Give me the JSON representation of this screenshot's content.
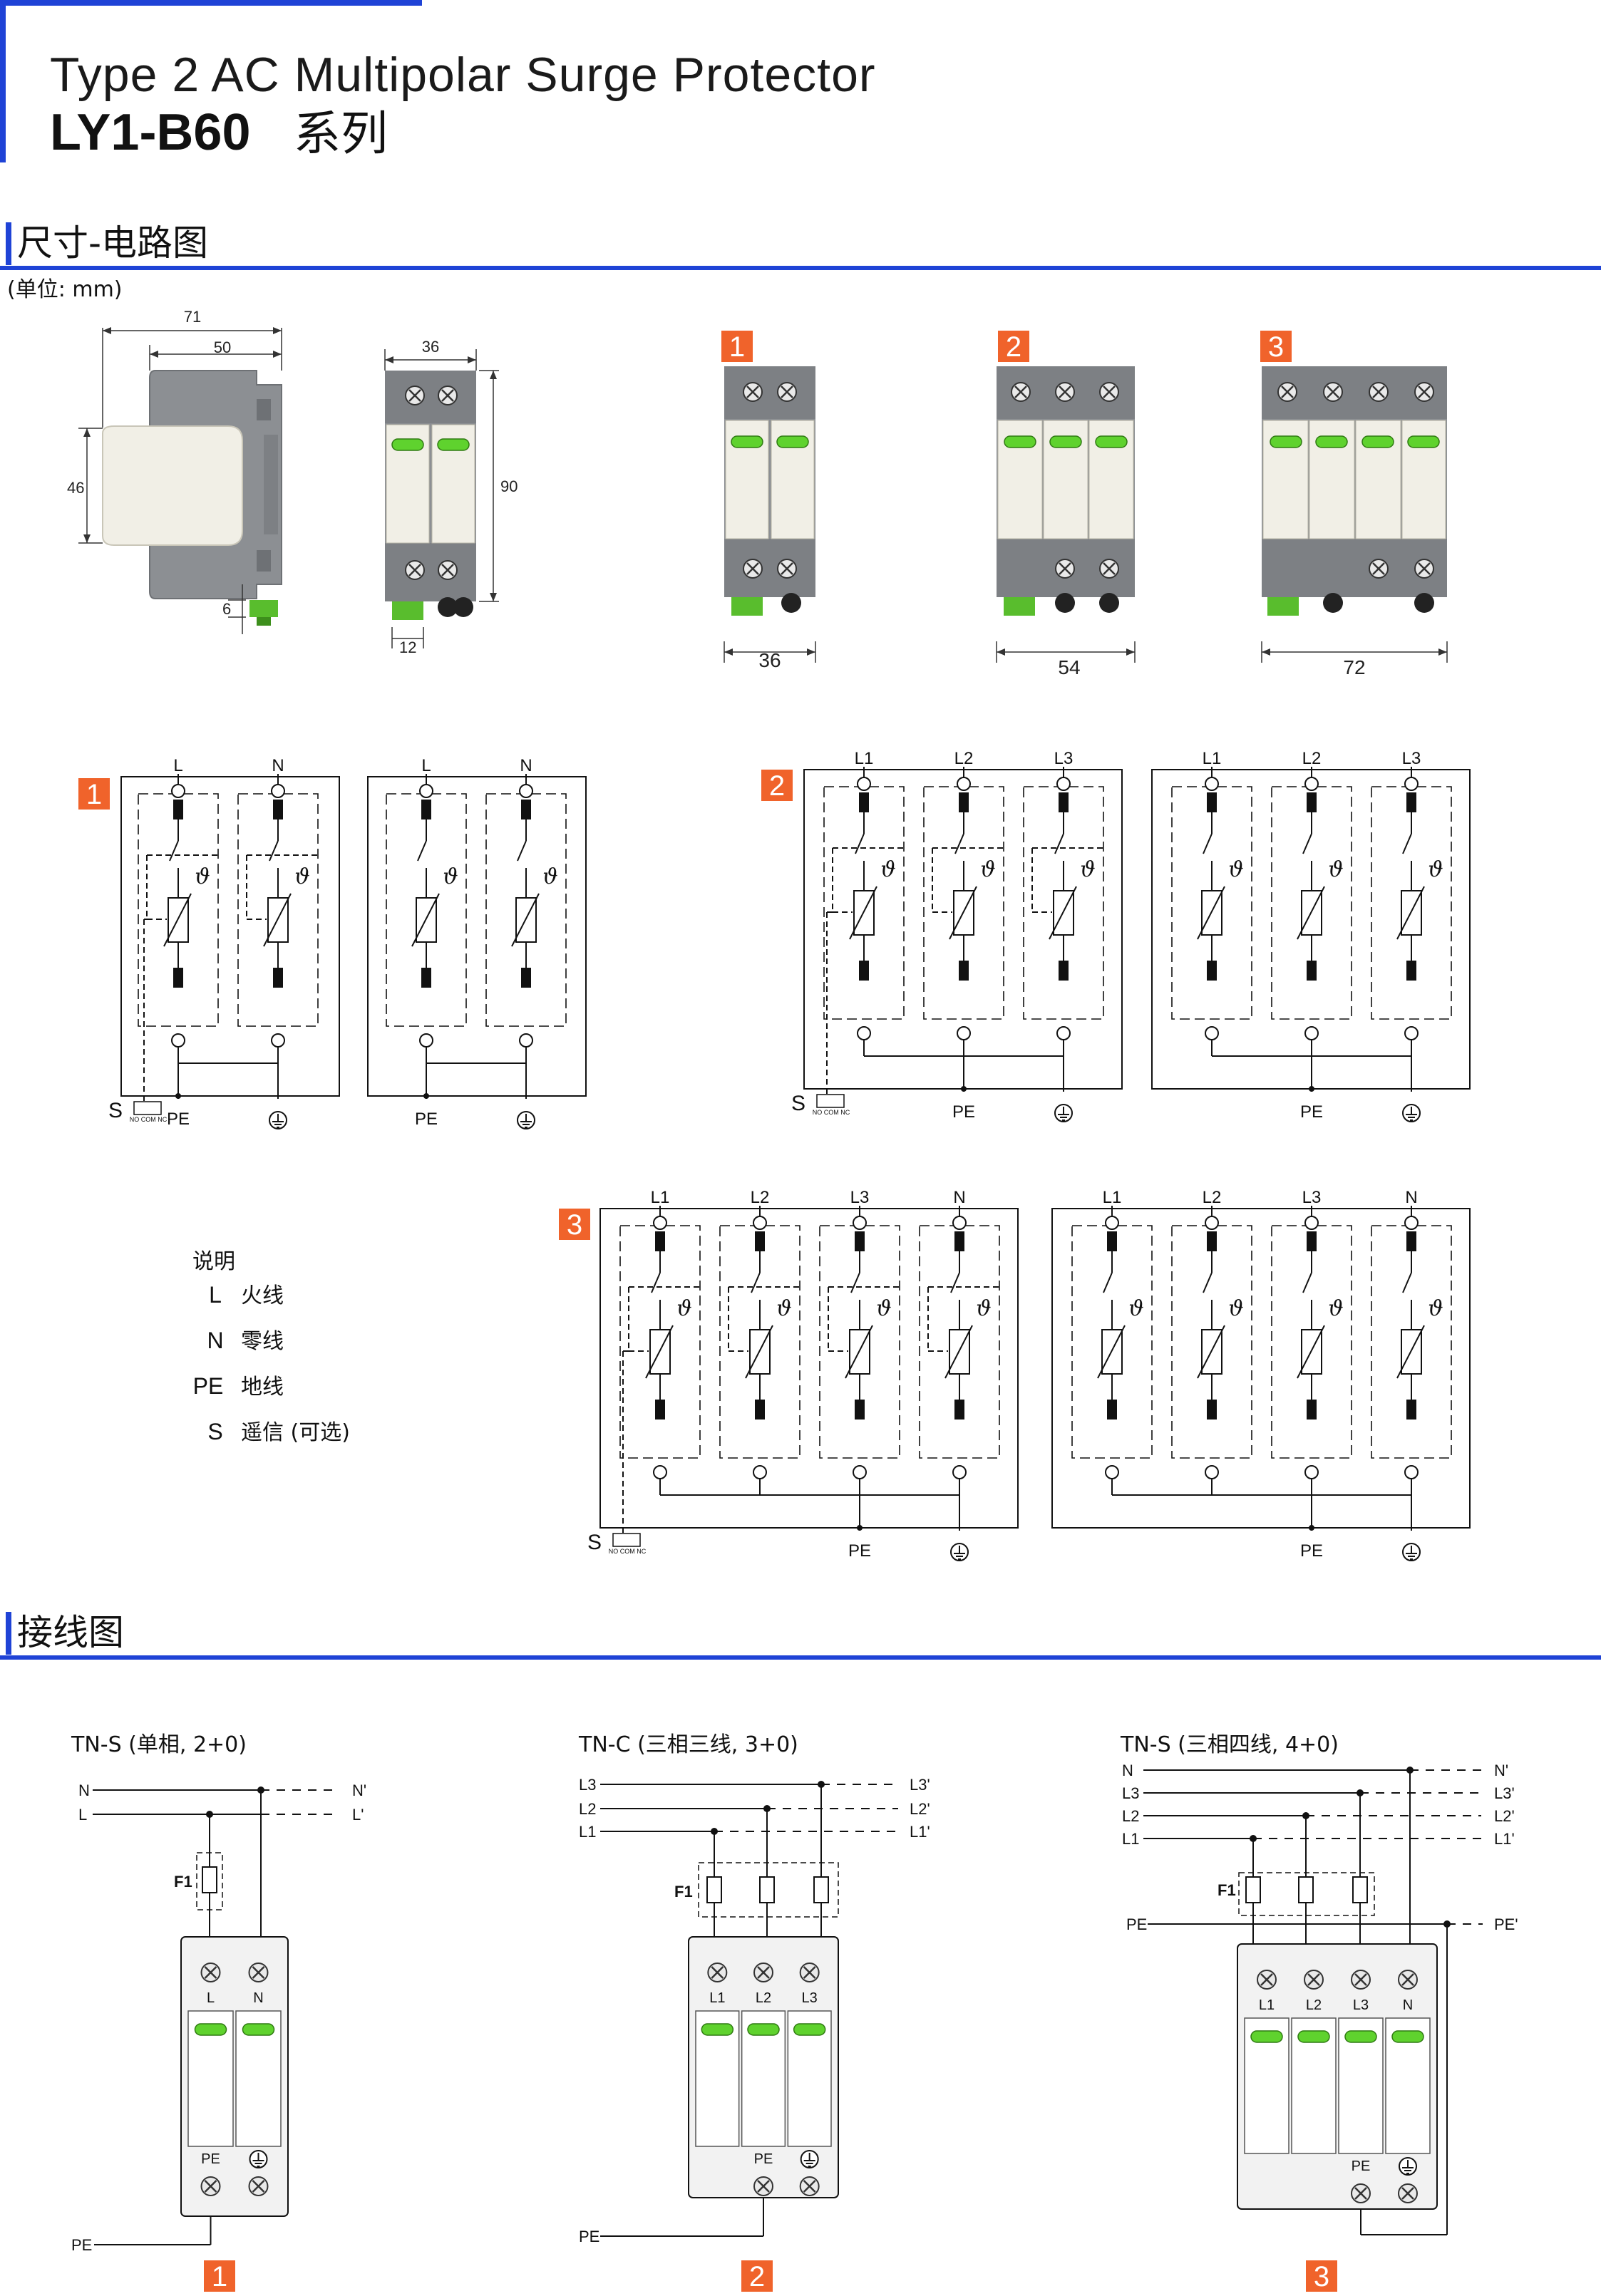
{
  "header": {
    "title_line1": "Type 2 AC Multipolar Surge Protector",
    "model": "LY1-B60",
    "series_cn": "系列"
  },
  "sections": {
    "dimensions_title": "尺寸-电路图",
    "unit": "(单位: mm)",
    "wiring_title": "接线图"
  },
  "dimensions": {
    "side_view": {
      "depth": "71",
      "front_depth": "50",
      "cover_height": "46",
      "clip": "6"
    },
    "front_view": {
      "width": "36",
      "height": "90",
      "terminal": "12"
    },
    "variants": [
      {
        "badge": "1",
        "width": "36"
      },
      {
        "badge": "2",
        "width": "54"
      },
      {
        "badge": "3",
        "width": "72"
      }
    ]
  },
  "circuits": {
    "labels": {
      "L": "L",
      "N": "N",
      "L1": "L1",
      "L2": "L2",
      "L3": "L3",
      "PE": "PE",
      "S": "S"
    },
    "theta_symbol": "ϑ",
    "signal_contacts": "NO COM NC",
    "badges": [
      "1",
      "2",
      "3"
    ]
  },
  "legend": {
    "title": "说明",
    "items": [
      {
        "key": "L",
        "desc": "火线"
      },
      {
        "key": "N",
        "desc": "零线"
      },
      {
        "key": "PE",
        "desc": "地线"
      },
      {
        "key": "S",
        "desc": "遥信 (可选)"
      }
    ]
  },
  "wiring": {
    "fuse_label": "F1",
    "diagrams": [
      {
        "badge": "1",
        "title": "TN-S (单相, 2+0)",
        "lines_left": [
          "N",
          "L"
        ],
        "lines_right": [
          "N'",
          "L'"
        ],
        "pe_left": "PE",
        "module_terms": [
          "L",
          "N"
        ],
        "pe_term": "PE"
      },
      {
        "badge": "2",
        "title": "TN-C (三相三线, 3+0)",
        "lines_left": [
          "L3",
          "L2",
          "L1"
        ],
        "lines_right": [
          "L3'",
          "L2'",
          "L1'"
        ],
        "pe_left": "PE",
        "module_terms": [
          "L1",
          "L2",
          "L3"
        ],
        "pe_term": "PE"
      },
      {
        "badge": "3",
        "title": "TN-S (三相四线, 4+0)",
        "lines_left": [
          "N",
          "L3",
          "L2",
          "L1"
        ],
        "lines_right": [
          "N'",
          "L3'",
          "L2'",
          "L1'"
        ],
        "pe_left": "PE",
        "pe_right": "PE'",
        "module_terms": [
          "L1",
          "L2",
          "L3",
          "N"
        ],
        "pe_term": "PE"
      }
    ]
  },
  "colors": {
    "accent_blue": "#1f43d6",
    "badge_orange": "#f0632b",
    "green": "#5fd22e",
    "body_gray": "#8c8f93",
    "cover_white": "#f1efe6"
  }
}
